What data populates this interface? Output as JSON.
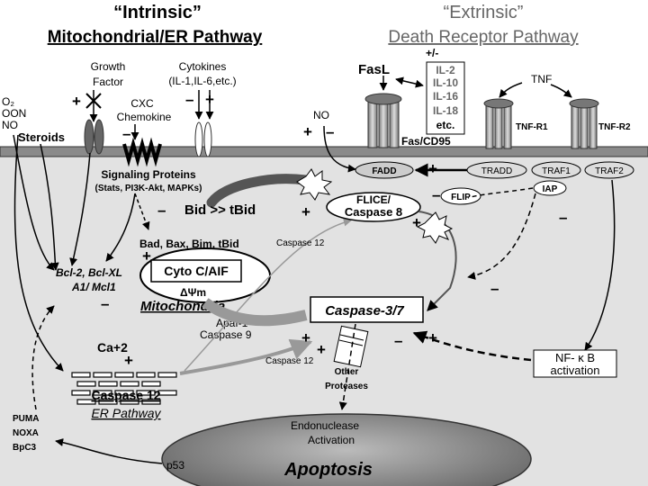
{
  "titles": {
    "intrinsic": "“Intrinsic”",
    "intrinsic_sub": "Mitochondrial/ER Pathway",
    "extrinsic": "“Extrinsic”",
    "extrinsic_sub": "Death Receptor Pathway"
  },
  "signs": {
    "plus": "+",
    "minus": "–"
  },
  "labels": {
    "o2": "O₂",
    "oon": "OON",
    "no_left": "NO",
    "steroids": "Steroids",
    "growth": "Growth",
    "factor": "Factor",
    "cytokines": "Cytokines",
    "cytokines_list": "(IL-1,IL-6,etc.)",
    "cxc": "CXC",
    "chemokine": "Chemokine",
    "signaling": "Signaling Proteins",
    "signaling_list": "(Stats, PI3K-Akt, MAPKs)",
    "bcl2": "Bcl-2, Bcl-XL",
    "a1": "A1/ Mcl1",
    "bad_bax": "Bad, Bax, Bim, tBid",
    "bid": "Bid >> tBid",
    "cyto_c": "Cyto C/AIF",
    "delta_psi": "ΔΨm",
    "mitochondria": "Mitochondria",
    "apaf": "Apaf-1",
    "casp9": "Caspase 9",
    "caspase12": "Caspase 12",
    "ca": "Ca+2",
    "caspase12_er": "Caspase 12",
    "er_pathway": "ER Pathway",
    "puma": "PUMA",
    "noxa": "NOXA",
    "bpc3": "BpC3",
    "p53": "p53",
    "apoptosis": "Apoptosis",
    "endonuclease": "Endonuclease",
    "activation_endo": "Activation",
    "other": "Other",
    "proteases": "Proteases",
    "caspase37": "Caspase-3/7",
    "flice": "FLICE/",
    "caspase8": "Caspase 8",
    "fadd": "FADD",
    "flip": "FLIP",
    "no_right": "NO",
    "fasl": "FasL",
    "plus_minus": "+/-",
    "fas_cd95": "Fas/CD95",
    "il_list": [
      "IL-2",
      "IL-10",
      "IL-16",
      "IL-18",
      "etc."
    ],
    "tnf": "TNF",
    "tnfr1": "TNF-R1",
    "tnfr2": "TNF-R2",
    "tradd": "TRADD",
    "traf1": "TRAF1",
    "traf2": "TRAF2",
    "iap": "IAP",
    "nfkb": "NF-  κ B",
    "nfkb_activation": "activation"
  }
}
